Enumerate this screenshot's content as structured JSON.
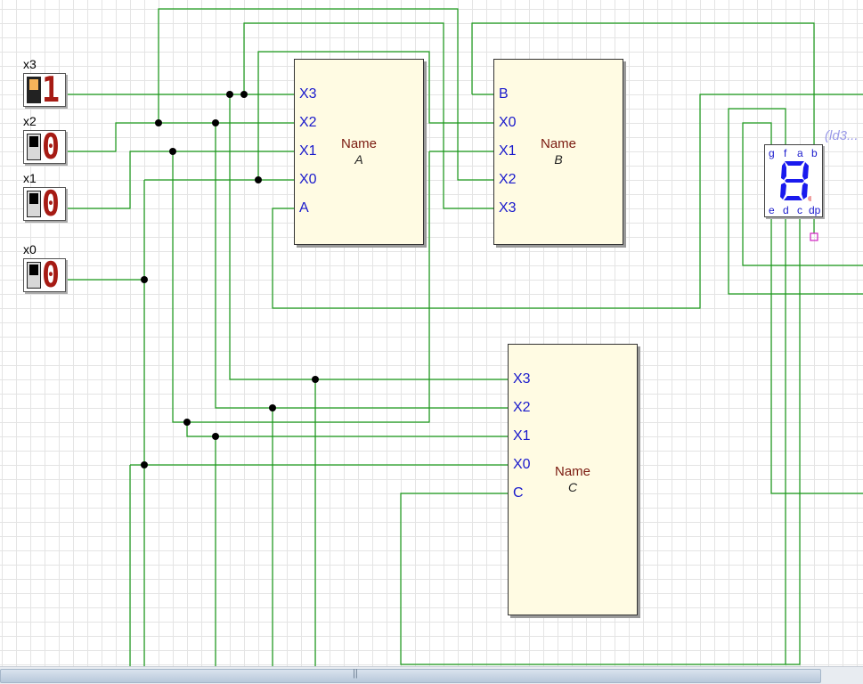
{
  "switches": [
    {
      "name": "x3",
      "value": "1",
      "state": "on"
    },
    {
      "name": "x2",
      "value": "0",
      "state": "off"
    },
    {
      "name": "x1",
      "value": "0",
      "state": "off"
    },
    {
      "name": "x0",
      "value": "0",
      "state": "off"
    }
  ],
  "blocks": {
    "a": {
      "name": "Name",
      "instance": "A",
      "pins": [
        "X3",
        "X2",
        "X1",
        "X0",
        "A"
      ]
    },
    "b": {
      "name": "Name",
      "instance": "B",
      "pins": [
        "B",
        "X0",
        "X1",
        "X2",
        "X3"
      ]
    },
    "c": {
      "name": "Name",
      "instance": "C",
      "pins": [
        "X3",
        "X2",
        "X1",
        "X0",
        "C"
      ]
    }
  },
  "display": {
    "label": "(ld3...",
    "digit": "8",
    "top_pins": [
      "g",
      "f",
      "a",
      "b"
    ],
    "bottom_pins": [
      "e",
      "d",
      "c",
      "dp"
    ]
  },
  "colors": {
    "wire": "#1a9a1a",
    "junction": "#000000",
    "pin_text": "#1a1acc",
    "segment_on": "#1a1aee"
  }
}
